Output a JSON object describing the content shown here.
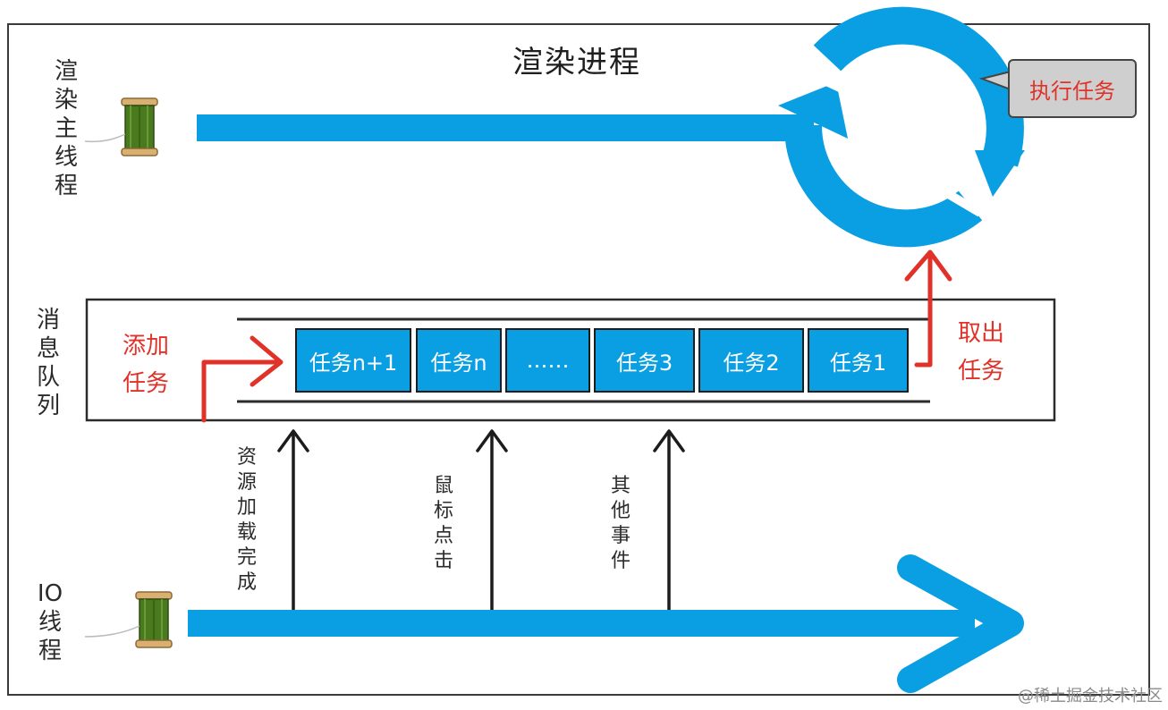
{
  "title": "渲染进程",
  "main_thread_label": "渲染主线程",
  "io_thread_label": "IO线程",
  "queue_label": "消息队列",
  "add_task_label": "添加任务",
  "take_task_label": "取出任务",
  "execute_label": "执行任务",
  "tasks": [
    "任务n+1",
    "任务n",
    "……",
    "任务3",
    "任务2",
    "任务1"
  ],
  "events": [
    "资源加载完成",
    "鼠标点击",
    "其他事件"
  ],
  "watermark": "@稀土掘金技术社区",
  "colors": {
    "blue": "#0a9fe3",
    "red": "#e03228",
    "spool_green": "#4a7a1e",
    "spool_wood": "#d9b071"
  },
  "icons": [
    "thread-spool-icon",
    "cycle-icon"
  ]
}
